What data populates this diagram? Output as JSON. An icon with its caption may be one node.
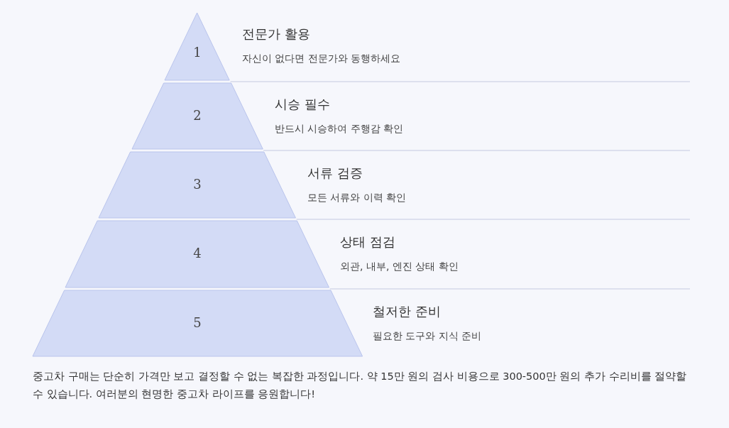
{
  "diagram": {
    "nodes": [
      {
        "text": [
          "1"
        ],
        "beside": [
          "전문가 활용",
          "자신이 없다면 전문가와 동행하세요"
        ]
      },
      {
        "text": [
          "2"
        ],
        "beside": [
          "시승 필수",
          "반드시 시승하여 주행감 확인"
        ]
      },
      {
        "text": [
          "3"
        ],
        "beside": [
          "서류 검증",
          "모든 서류와 이력 확인"
        ]
      },
      {
        "text": [
          "4"
        ],
        "beside": [
          "상태 점검",
          "외관, 내부, 엔진 상태 확인"
        ]
      },
      {
        "text": [
          "5"
        ],
        "beside": [
          "철저한 준비",
          "필요한 도구와 지식 준비"
        ]
      }
    ],
    "edges": [],
    "caption": "중고차 구매는 단순히 가격만 보고 결정할 수 없는 복잡한 과정입니다. 약 15만 원의 검사 비용으로 300-500만 원의 추가 수리비를 절약할 수 있습니다. 여러분의 현명한 중고차 라이프를 응원합니다!"
  }
}
